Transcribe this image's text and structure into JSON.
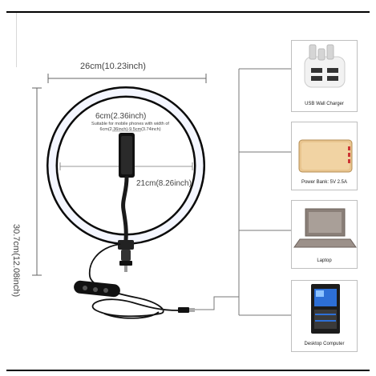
{
  "dimensions": {
    "width": "26cm(10.23inch)",
    "height": "30.7cm(12.08inch)",
    "phone_holder": "6cm(2.36inch)",
    "phone_note": "Suitable for mobile phones with width of 6cm(2.36inch)-9.5cm(3.74inch)",
    "inner_ring": "21cm(8.26inch)"
  },
  "devices": [
    {
      "label": "USB Wall Charger",
      "icon": "usb-wall-charger-icon"
    },
    {
      "label": "Power Bank: 5V 2.5A",
      "icon": "power-bank-icon"
    },
    {
      "label": "Laptop",
      "icon": "laptop-icon"
    },
    {
      "label": "Desktop Computer",
      "icon": "desktop-computer-icon"
    }
  ],
  "colors": {
    "ring_light": "#f4f6ff",
    "ring_frame": "#111111",
    "power_bank": "#e9c58f"
  }
}
